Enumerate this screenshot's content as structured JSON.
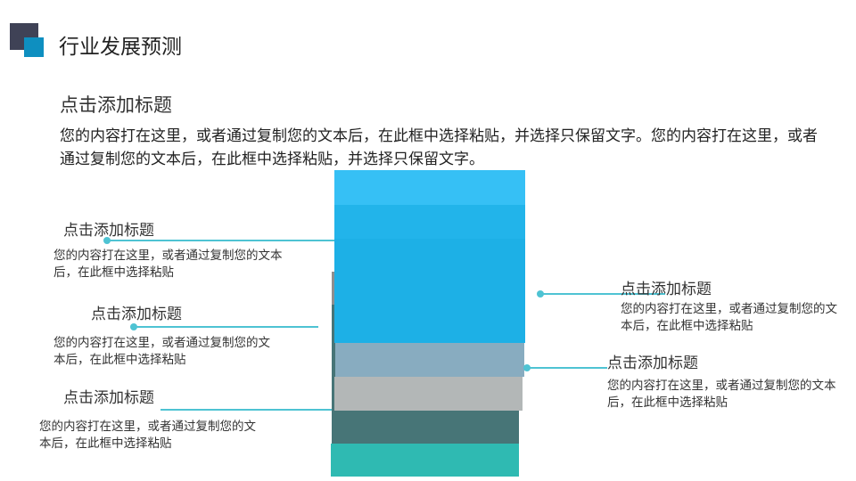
{
  "header": {
    "title": "行业发展预测"
  },
  "intro": {
    "title": "点击添加标题",
    "body": "您的内容打在这里，或者通过复制您的文本后，在此框中选择粘贴，并选择只保留文字。您的内容打在这里，或者通过复制您的文本后，在此框中选择粘贴，并选择只保留文字。"
  },
  "items": [
    {
      "title": "点击添加标题",
      "body": "您的内容打在这里，或者通过复制您的文本后，在此框中选择粘贴"
    },
    {
      "title": "点击添加标题",
      "body": "您的内容打在这里，或者通过复制您的文本后，在此框中选择粘贴"
    },
    {
      "title": "点击添加标题",
      "body": "您的内容打在这里，或者通过复制您的文本后，在此框中选择粘贴"
    },
    {
      "title": "点击添加标题",
      "body": "您的内容打在这里，或者通过复制您的文本后，在此框中选择粘贴"
    },
    {
      "title": "点击添加标题",
      "body": "您的内容打在这里，或者通过复制您的文本后，在此框中选择粘贴"
    }
  ],
  "colors": {
    "accent": "#4ec3d3",
    "blue": "#1db0e6",
    "teal": "#2fbab2"
  }
}
